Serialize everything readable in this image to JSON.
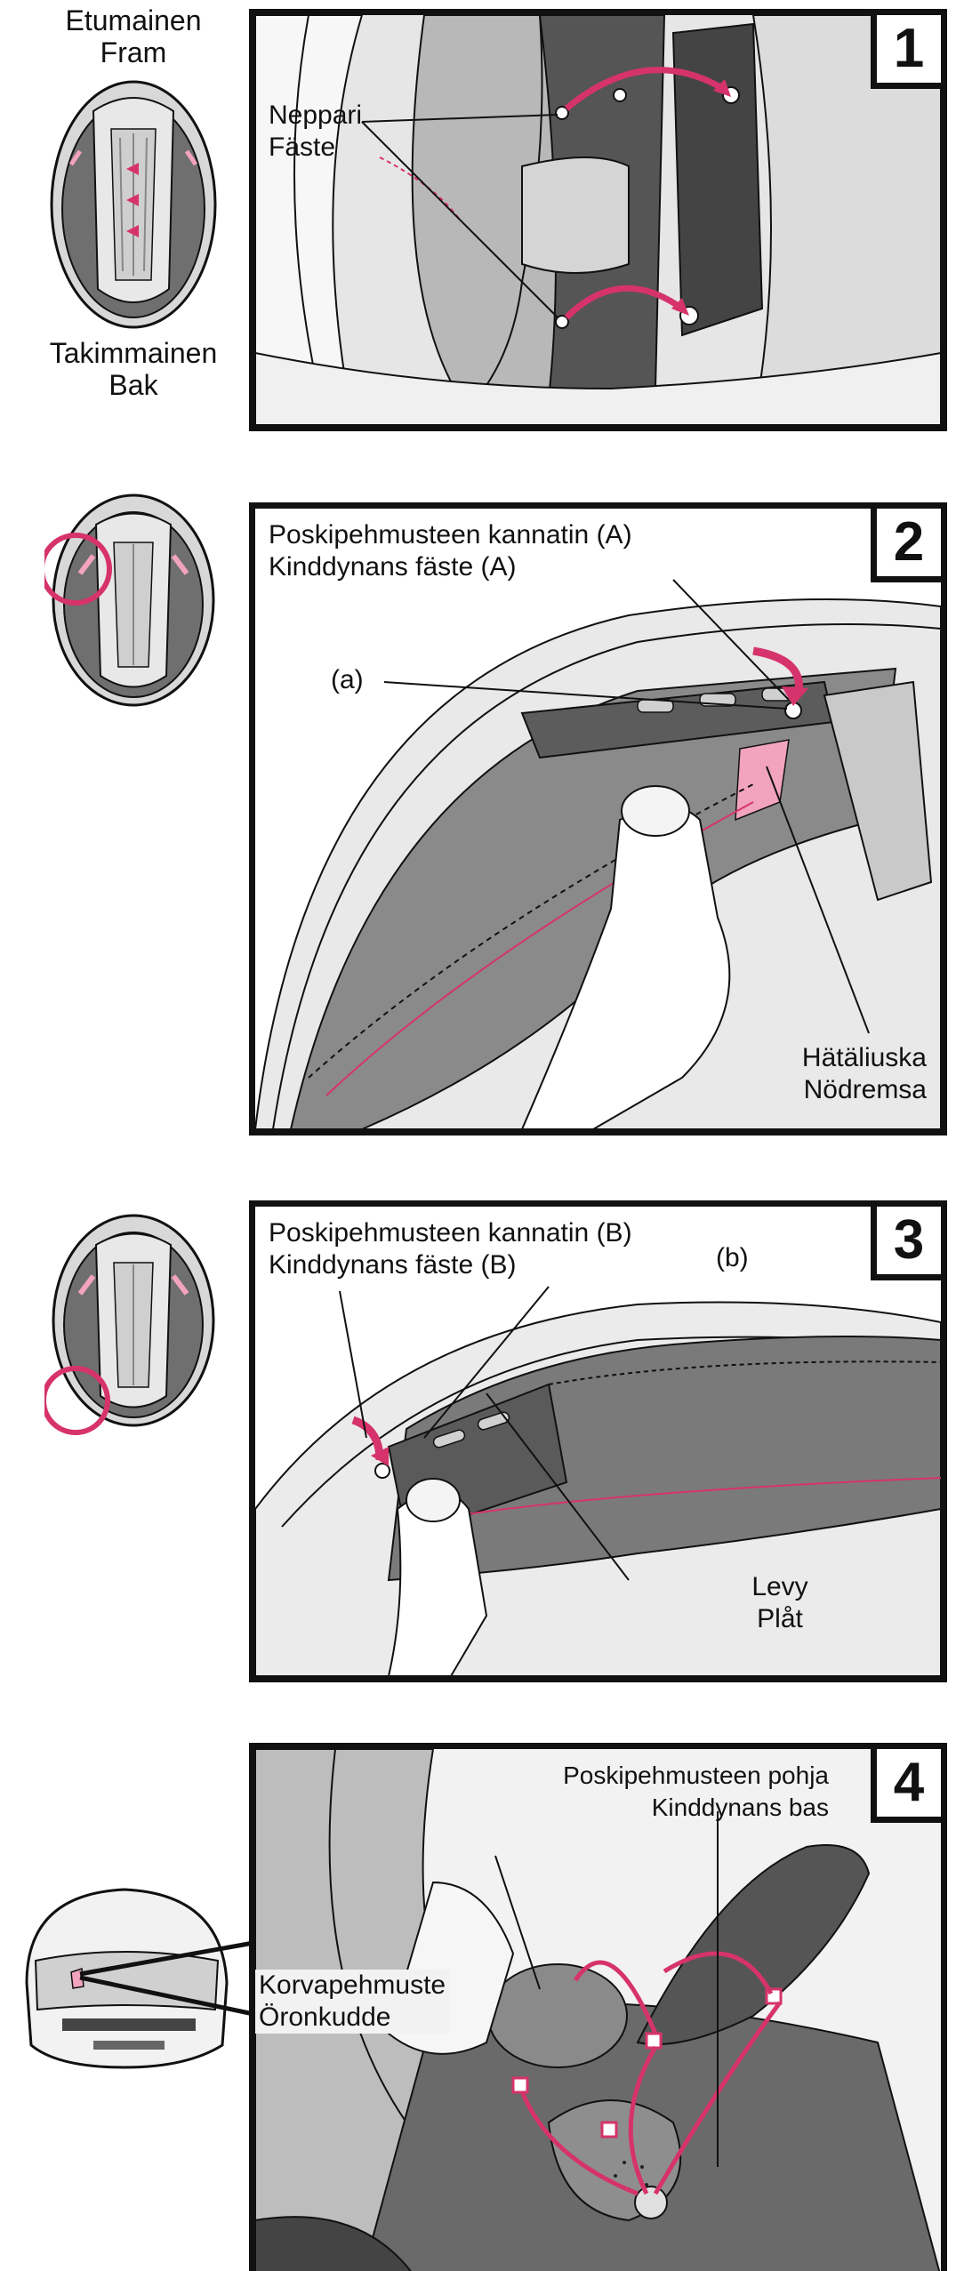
{
  "colors": {
    "accent_pink": "#d6336c",
    "light_pink": "#f2a3bd",
    "pad_dark": "#6f6f6f",
    "pad_mid": "#9a9a9a",
    "pad_light": "#c8c8c8",
    "frame": "#111111"
  },
  "orientation": {
    "front_fi": "Etumainen",
    "front_sv": "Fram",
    "rear_fi": "Takimmainen",
    "rear_sv": "Bak"
  },
  "steps": [
    {
      "number": "1",
      "labels": {
        "fi": "Neppari",
        "sv": "Fäste"
      }
    },
    {
      "number": "2",
      "labels": {
        "holder_fi": "Poskipehmusteen kannatin (A)",
        "holder_sv": "Kinddynans fäste (A)",
        "point": "(a)",
        "tab_fi": "Hätäliuska",
        "tab_sv": "Nödremsa"
      }
    },
    {
      "number": "3",
      "labels": {
        "holder_fi": "Poskipehmusteen kannatin (B)",
        "holder_sv": "Kinddynans fäste (B)",
        "point": "(b)",
        "plate_fi": "Levy",
        "plate_sv": "Plåt"
      }
    },
    {
      "number": "4",
      "labels": {
        "base_fi": "Poskipehmusteen pohja",
        "base_sv": "Kinddynans bas",
        "ear_fi": "Korvapehmuste",
        "ear_sv": "Öronkudde"
      }
    }
  ]
}
